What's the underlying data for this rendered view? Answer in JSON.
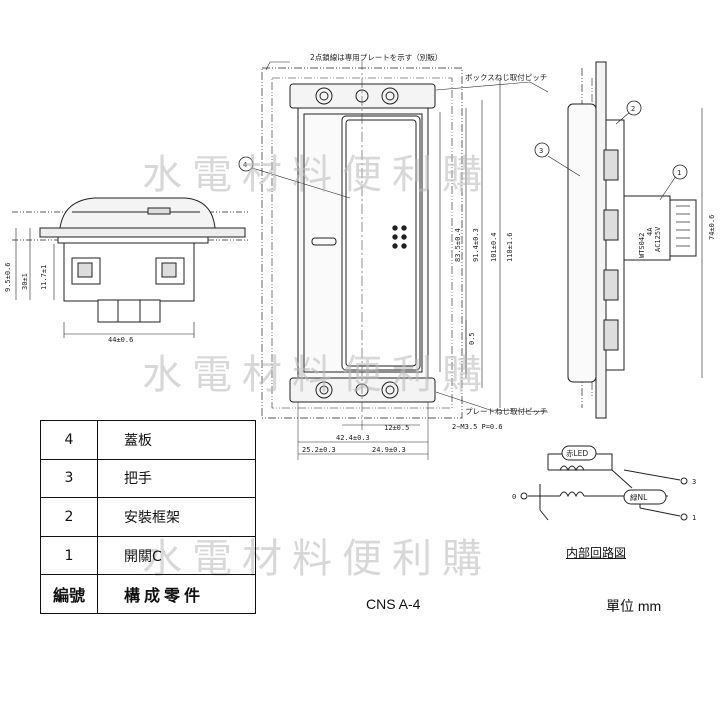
{
  "watermark": "水電材料便利購",
  "notes": {
    "top_note": "2点鎖線は専用プレートを示す（別販）",
    "box_screw_pitch": "ボックスねじ取付ピッチ",
    "plate_screw_pitch": "プレートねじ取付ピッチ",
    "screws": "2−M3.5 P=0.6"
  },
  "dims": {
    "d_9_5": "9.5±0.6",
    "d_11_7": "11.7±1",
    "d_30": "30±1",
    "d_44": "44±0.6",
    "d_83_5": "83.5±0.4",
    "d_91_4": "91.4±0.3",
    "d_101": "101±0.4",
    "d_110": "110±1.6",
    "d_0_5": "0.5",
    "d_12": "12±0.5",
    "d_42_4": "42.4±0.3",
    "d_25_2": "25.2±0.3",
    "d_24_9": "24.9±0.3",
    "d_74": "74±0.6"
  },
  "callouts": [
    "4",
    "3",
    "2",
    "1"
  ],
  "product_marks": {
    "model": "WTS042",
    "rating": "4A",
    "voltage": "AC125V"
  },
  "circuit": {
    "title": "内部回路図",
    "red_led": "赤LED",
    "green_nl": "緑NL",
    "terminal_0": "0",
    "terminal_3": "3",
    "terminal_1": "1"
  },
  "parts_table": {
    "rows": [
      {
        "num": "4",
        "name": "蓋板"
      },
      {
        "num": "3",
        "name": "把手"
      },
      {
        "num": "2",
        "name": "安裝框架"
      },
      {
        "num": "1",
        "name": "開關C"
      }
    ],
    "header": {
      "num": "編號",
      "name": "構成零件"
    }
  },
  "standard": "CNS A-4",
  "unit": "單位 mm"
}
